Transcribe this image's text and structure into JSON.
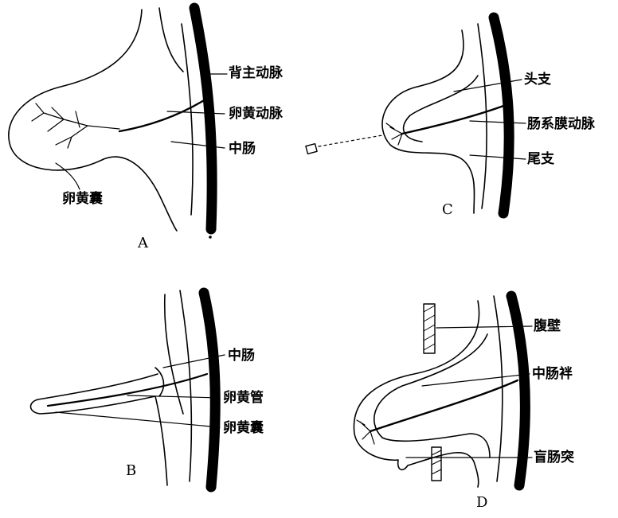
{
  "panels": {
    "A": {
      "letter": "A",
      "labels": {
        "dorsal_aorta": "背主动脉",
        "vitelline_artery": "卵黄动脉",
        "midgut": "中肠",
        "yolk_sac": "卵黄囊"
      }
    },
    "B": {
      "letter": "B",
      "labels": {
        "midgut": "中肠",
        "vitelline_duct": "卵黄管",
        "yolk_sac": "卵黄囊"
      }
    },
    "C": {
      "letter": "C",
      "labels": {
        "cranial_limb": "头支",
        "superior_mesenteric_artery": "肠系膜动脉",
        "caudal_limb": "尾支"
      }
    },
    "D": {
      "letter": "D",
      "labels": {
        "abdominal_wall": "腹壁",
        "midgut_loop": "中肠袢",
        "cecal_bud": "盲肠突"
      }
    }
  },
  "colors": {
    "ink": "#000000",
    "paper": "#ffffff"
  }
}
